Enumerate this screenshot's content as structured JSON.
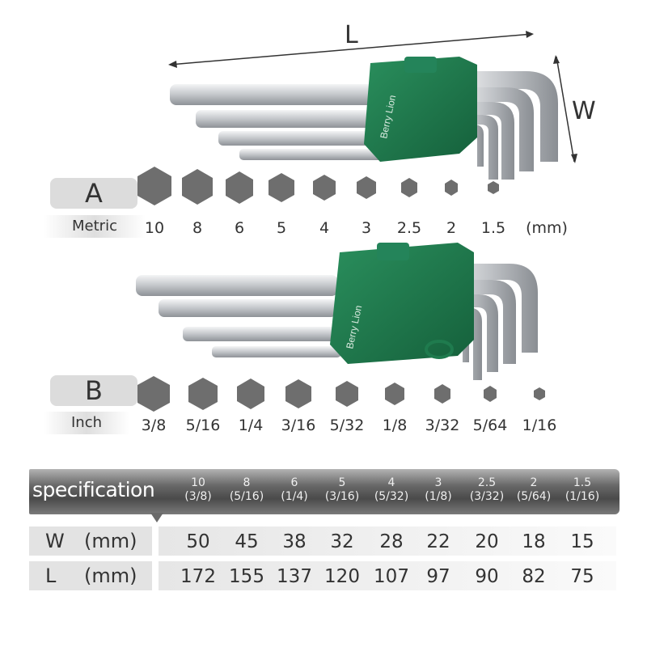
{
  "dimensions": {
    "length_label": "L",
    "width_label": "W"
  },
  "set_a": {
    "letter": "A",
    "unit_label": "Metric",
    "sizes": [
      "10",
      "8",
      "6",
      "5",
      "4",
      "3",
      "2.5",
      "2",
      "1.5"
    ],
    "unit_suffix": "(mm)",
    "holder_brand": "Berry Lion"
  },
  "set_b": {
    "letter": "B",
    "unit_label": "Inch",
    "sizes": [
      "3/8",
      "5/16",
      "1/4",
      "3/16",
      "5/32",
      "1/8",
      "3/32",
      "5/64",
      "1/16"
    ],
    "holder_brand": "Berry Lion"
  },
  "spec_table": {
    "title": "specification",
    "columns": [
      {
        "metric": "10",
        "inch": "(3/8)"
      },
      {
        "metric": "8",
        "inch": "(5/16)"
      },
      {
        "metric": "6",
        "inch": "(1/4)"
      },
      {
        "metric": "5",
        "inch": "(3/16)"
      },
      {
        "metric": "4",
        "inch": "(5/32)"
      },
      {
        "metric": "3",
        "inch": "(1/8)"
      },
      {
        "metric": "2.5",
        "inch": "(3/32)"
      },
      {
        "metric": "2",
        "inch": "(5/64)"
      },
      {
        "metric": "1.5",
        "inch": "(1/16)"
      }
    ],
    "rows": [
      {
        "label": "W",
        "unit": "(mm)",
        "values": [
          "50",
          "45",
          "38",
          "32",
          "28",
          "22",
          "20",
          "18",
          "15"
        ]
      },
      {
        "label": "L",
        "unit": "(mm)",
        "values": [
          "172",
          "155",
          "137",
          "120",
          "107",
          "97",
          "90",
          "82",
          "75"
        ]
      }
    ]
  },
  "colors": {
    "holder_green": "#1e7a4e",
    "hex_gray": "#6e6e6e",
    "steel": "#c9ccd0",
    "bar_dark": "#4a4a4a"
  }
}
